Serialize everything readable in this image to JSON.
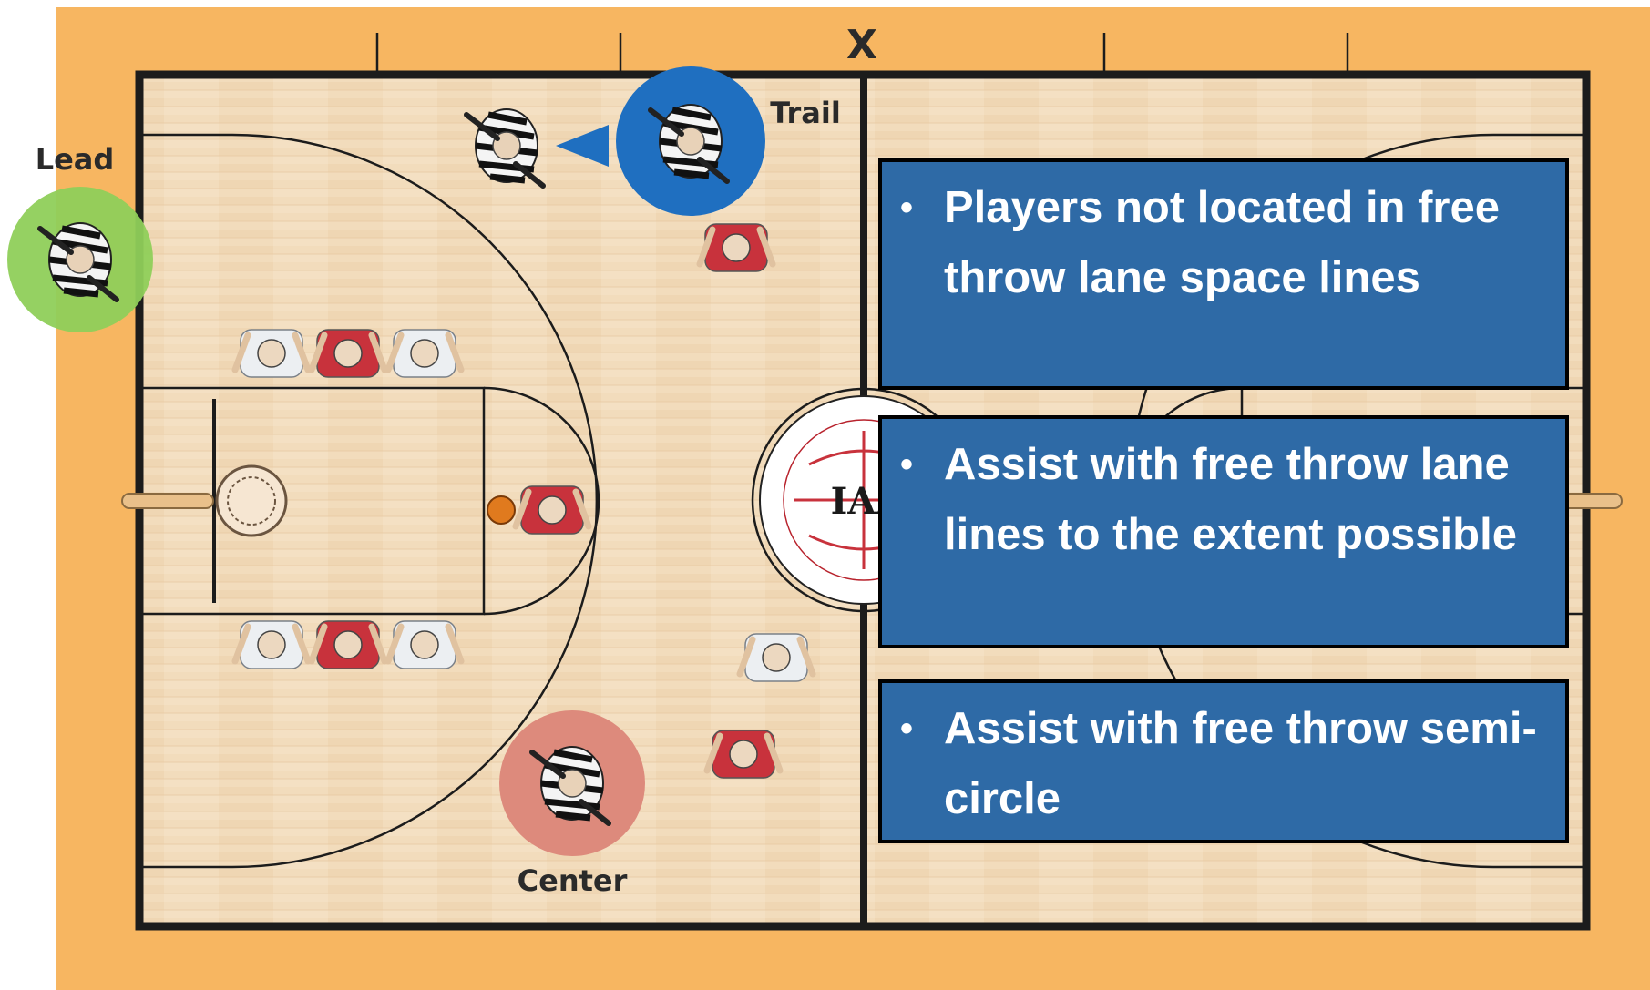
{
  "diagram": {
    "top_marker": "X",
    "colors": {
      "outer": "#f7b661",
      "floor": "#f2dcbc",
      "lines": "#1c1c1c",
      "trail": "#1f6fc0",
      "lead": "#8fcf5a",
      "center": "#dd8a7c",
      "callout_bg": "#2e6aa6",
      "team_red": "#c8323c",
      "team_white": "#eceff2"
    },
    "officials": [
      {
        "id": "lead",
        "label": "Lead",
        "highlight": "green"
      },
      {
        "id": "trail",
        "label": "Trail",
        "highlight": "blue"
      },
      {
        "id": "center",
        "label": "Center",
        "highlight": "red"
      }
    ],
    "logo_text": "IAA",
    "icons": [
      "referee-icon",
      "player-icon",
      "basket-icon",
      "basketball-icon",
      "direction-arrow-icon"
    ]
  },
  "callouts": [
    {
      "bullet": "•",
      "text": "Players not located in free throw lane space lines"
    },
    {
      "bullet": "•",
      "text": "Assist with free throw lane lines to the extent possible"
    },
    {
      "bullet": "•",
      "text": "Assist with free throw semi-circle"
    }
  ]
}
